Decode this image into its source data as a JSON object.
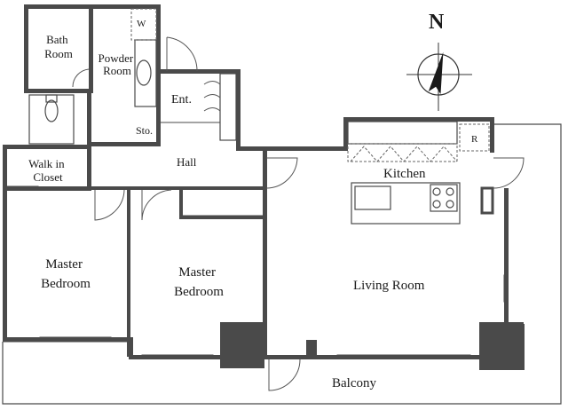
{
  "compass": {
    "letter": "N"
  },
  "rooms": {
    "bath": [
      "Bath",
      "Room"
    ],
    "powder": [
      "Powder",
      "Room"
    ],
    "washer": "W",
    "entrance": "Ent.",
    "storage": "Sto.",
    "walkin": [
      "Walk in",
      "Closet"
    ],
    "hall": "Hall",
    "refrigerator": "R",
    "kitchen": "Kitchen",
    "master1": [
      "Master",
      "Bedroom"
    ],
    "master2": [
      "Master",
      "Bedroom"
    ],
    "living": "Living Room",
    "balcony": "Balcony"
  }
}
